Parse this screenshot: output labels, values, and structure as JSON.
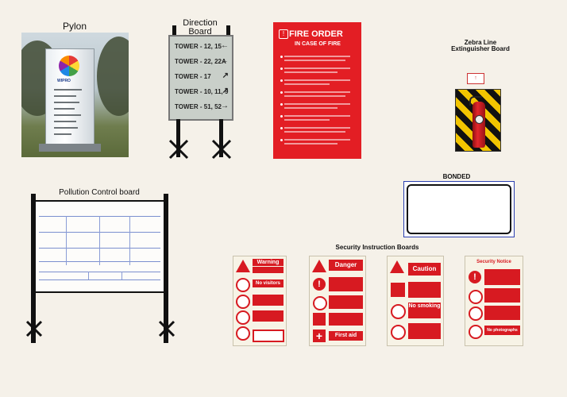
{
  "labels": {
    "pylon": "Pylon",
    "direction_board": "Direction\nBoard",
    "fire_order_title": "FIRE ORDER",
    "fire_order_subtitle": "IN CASE OF FIRE",
    "extinguisher_board": "Zebra Line\nExtinguisher Board",
    "pollution_board": "Pollution Control board",
    "bonded": "BONDED",
    "security_boards": "Security Instruction Boards",
    "pylon_brand": "WIPRO"
  },
  "direction_rows": [
    {
      "text": "TOWER - 12, 15",
      "arrow": "←"
    },
    {
      "text": "TOWER - 22, 22A",
      "arrow": "←"
    },
    {
      "text": "TOWER - 17",
      "arrow": "↗"
    },
    {
      "text": "TOWER - 10, 11, 9",
      "arrow": "↗"
    },
    {
      "text": "TOWER - 51, 52",
      "arrow": "→"
    }
  ],
  "signs": {
    "warning": {
      "header": "Warning",
      "row2": "No visitors"
    },
    "danger": {
      "header": "Danger",
      "footer": "First aid"
    },
    "caution": {
      "header": "Caution",
      "mid": "No smoking"
    },
    "notice": {
      "header": "Security Notice",
      "footer": "No photographs"
    }
  },
  "colors": {
    "sign_red": "#d71a21",
    "fire_red": "#e31e24",
    "bonded_border": "#2b3fb0"
  }
}
